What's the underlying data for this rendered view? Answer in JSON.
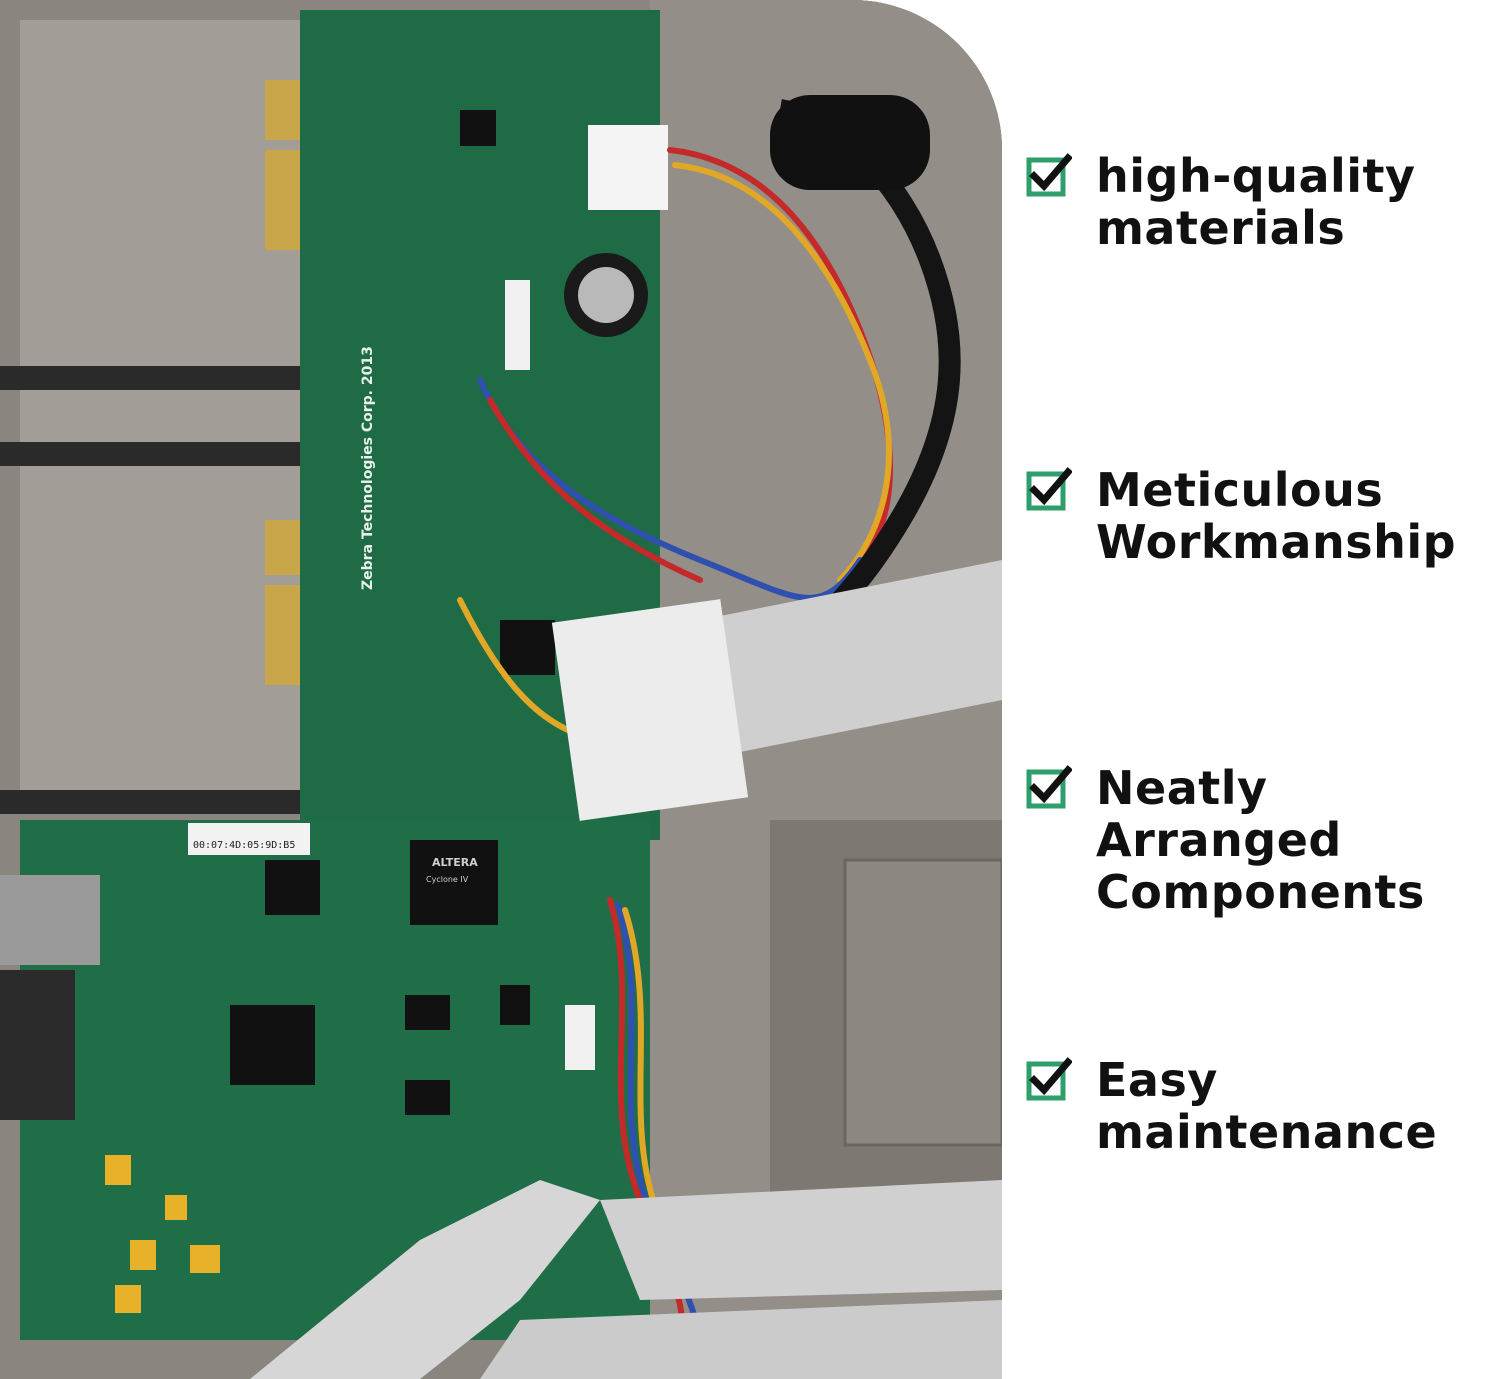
{
  "colors": {
    "check_border": "#2e9e6b",
    "check_mark": "#111111",
    "text": "#111111",
    "pcb": "#1e6b45"
  },
  "icons": {
    "feature_check": "checkbox-checked-icon"
  },
  "board": {
    "silkscreen_maker": "Zebra Technologies Corp. 2013",
    "chip_brand": "ALTERA",
    "chip_model": "Cyclone IV",
    "mac_label": "00:07:4D:05:9D:B5"
  },
  "features": [
    {
      "label": "high-quality\nmaterials"
    },
    {
      "label": "Meticulous\nWorkmanship"
    },
    {
      "label": "Neatly Arranged\nComponents"
    },
    {
      "label": "Easy maintenance"
    }
  ]
}
